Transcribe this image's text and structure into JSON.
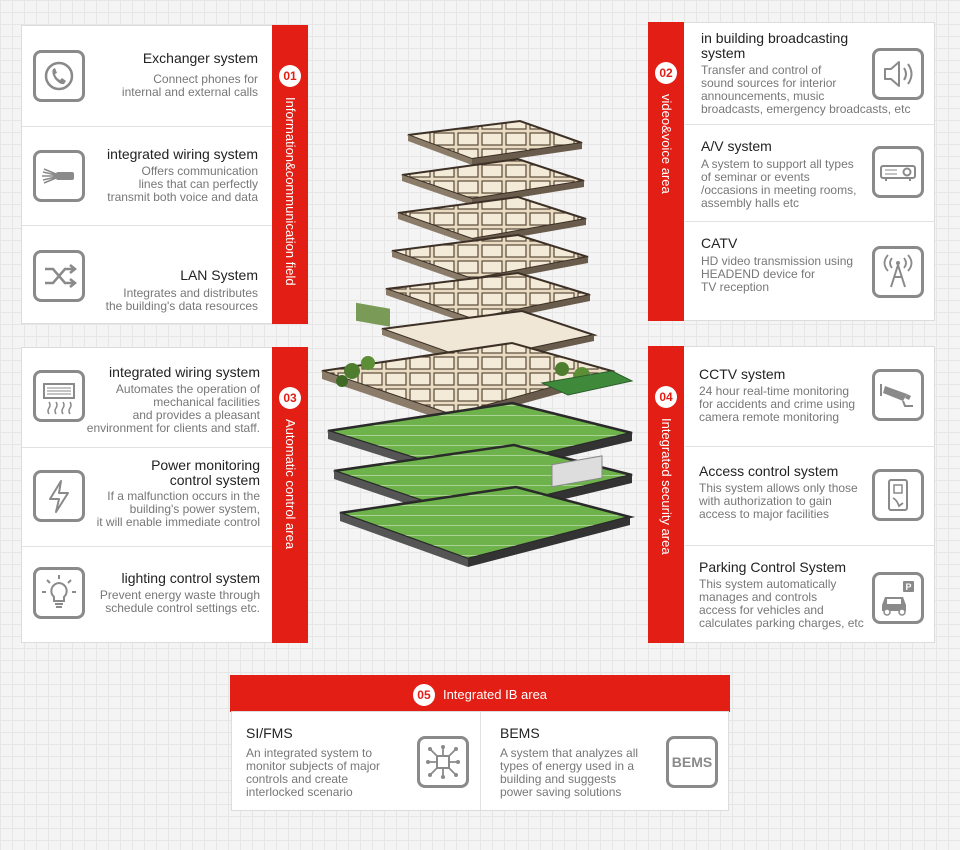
{
  "colors": {
    "accent": "#e21e15",
    "icon_gray": "#8a8a8a",
    "building_green": "#5a9e3a"
  },
  "areas": [
    {
      "number": "01",
      "label": "Information&communication field",
      "items": [
        {
          "title": "Exchanger system",
          "desc": "Connect phones for\ninternal and external calls",
          "icon": "phone-icon"
        },
        {
          "title": "integrated wiring system",
          "desc": "Offers communication\nlines that can perfectly\ntransmit both voice and data",
          "icon": "cable-icon"
        },
        {
          "title": "LAN System",
          "desc": "Integrates and distributes\nthe building's data resources",
          "icon": "network-shuffle-icon"
        }
      ]
    },
    {
      "number": "02",
      "label": "video&voice area",
      "items": [
        {
          "title": "in building broadcasting\nsystem",
          "desc": "Transfer and control of\nsound sources for interior\nannouncements, music\nbroadcasts, emergency broadcasts, etc",
          "icon": "speaker-icon"
        },
        {
          "title": "A/V system",
          "desc": "A system to support all types\nof seminar or events\n/occasions in meeting rooms,\nassembly halls etc",
          "icon": "projector-icon"
        },
        {
          "title": "CATV",
          "desc": "HD video transmission using\nHEADEND device for\nTV reception",
          "icon": "antenna-icon"
        }
      ]
    },
    {
      "number": "03",
      "label": "Automatic control area",
      "items": [
        {
          "title": "integrated wiring system",
          "desc": "Automates the operation of\nmechanical facilities\nand provides a pleasant\nenvironment for clients and staff.",
          "icon": "air-conditioner-icon"
        },
        {
          "title": "Power monitoring\ncontrol system",
          "desc": "If a malfunction occurs in the\nbuilding's power system,\nit will enable immediate control",
          "icon": "lightning-icon"
        },
        {
          "title": "lighting control system",
          "desc": "Prevent energy waste through\nschedule control settings etc.",
          "icon": "lightbulb-icon"
        }
      ]
    },
    {
      "number": "04",
      "label": "Integrated security area",
      "items": [
        {
          "title": "CCTV system",
          "desc": "24 hour real-time monitoring\nfor accidents and crime using\ncamera remote monitoring",
          "icon": "cctv-camera-icon"
        },
        {
          "title": "Access control system",
          "desc": "This system allows only those\nwith authorization to gain\naccess to major facilities",
          "icon": "access-card-icon"
        },
        {
          "title": "Parking Control System",
          "desc": "This system automatically\nmanages and controls\naccess for vehicles and\ncalculates parking charges, etc",
          "icon": "parking-car-icon"
        }
      ]
    }
  ],
  "integrated": {
    "number": "05",
    "label": "Integrated IB area",
    "items": [
      {
        "title": "SI/FMS",
        "desc": "An integrated system to\nmonitor subjects of major\ncontrols and create\ninterlocked scenario",
        "icon": "hub-network-icon"
      },
      {
        "title": "BEMS",
        "desc": "A system that analyzes all\ntypes of energy used in a\nbuilding and suggests\npower saving solutions",
        "icon": "bems-icon",
        "icon_text": "BEMS"
      }
    ]
  }
}
